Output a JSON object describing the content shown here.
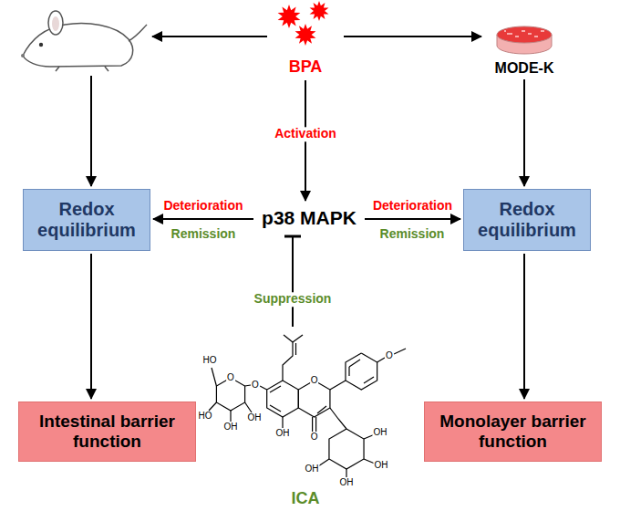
{
  "diagram": {
    "nodes": [
      {
        "text": []
      },
      {
        "text": [
          "BPA"
        ]
      },
      {
        "text": [
          "MODE-K"
        ]
      },
      {
        "text": [
          "p38 MAPK"
        ]
      },
      {
        "text": [
          "Redox equilibrium"
        ]
      },
      {
        "text": [
          "Redox equilibrium"
        ]
      },
      {
        "text": [
          "ICA"
        ]
      },
      {
        "text": [
          "Intestinal barrier function"
        ]
      },
      {
        "text": [
          "Monolayer barrier function"
        ]
      }
    ],
    "edges": [
      {
        "from": 1,
        "to": 0,
        "arrow": "to"
      },
      {
        "from": 1,
        "to": 2,
        "arrow": "to"
      },
      {
        "from": 1,
        "to": 3,
        "label": "Activation",
        "arrow": "to"
      },
      {
        "from": 0,
        "to": 4,
        "arrow": "to"
      },
      {
        "from": 2,
        "to": 5,
        "arrow": "to"
      },
      {
        "from": 3,
        "to": 4,
        "label": "Deterioration",
        "arrow": "to"
      },
      {
        "from": 3,
        "to": 5,
        "label": "Deterioration",
        "arrow": "to"
      },
      {
        "from": 6,
        "to": 3,
        "label": "Suppression",
        "arrow": "to"
      },
      {
        "from": 4,
        "to": 7,
        "arrow": "to"
      },
      {
        "from": 5,
        "to": 8,
        "arrow": "to"
      }
    ],
    "labels": [
      "Remission",
      "Remission",
      "HO",
      "O",
      "O",
      "HO",
      "OH",
      "OH",
      "O",
      "OH",
      "O",
      "O",
      "OH",
      "OH",
      "OH",
      "OH"
    ]
  }
}
